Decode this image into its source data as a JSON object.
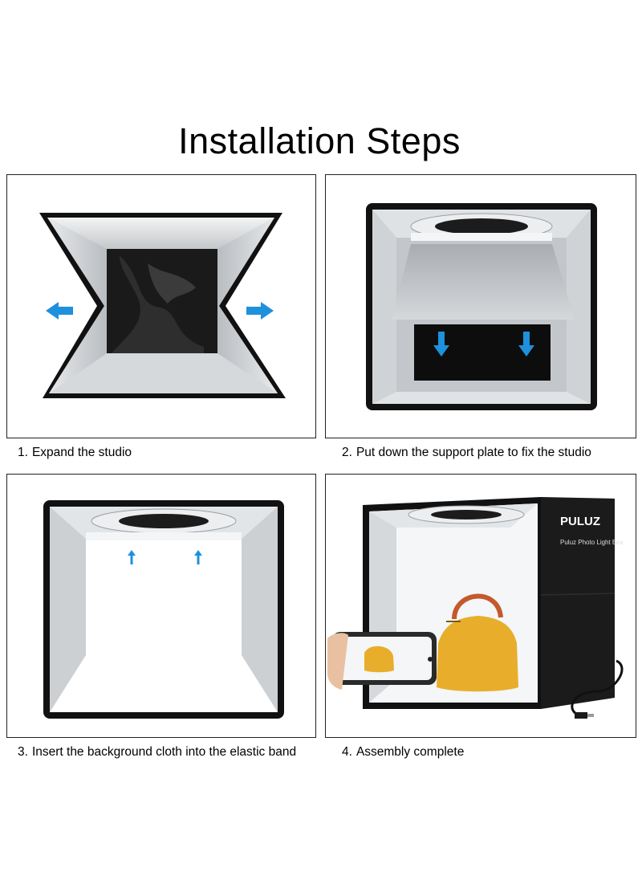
{
  "page": {
    "title": "Installation Steps"
  },
  "steps": [
    {
      "number": "1.",
      "caption": "Expand the studio"
    },
    {
      "number": "2.",
      "caption": "Put down the support plate to fix the studio"
    },
    {
      "number": "3.",
      "caption": "Insert the background cloth into the elastic band"
    },
    {
      "number": "4.",
      "caption": "Assembly complete"
    }
  ],
  "product": {
    "brand_logo": "PULUZ",
    "label": "Puluz Photo Light Box"
  },
  "colors": {
    "arrow_blue": "#1E90DC",
    "box_black": "#111111",
    "interior_silver": "#C8CCD0",
    "bag_yellow": "#E8AE2B"
  },
  "icons": [
    "arrow-left-icon",
    "arrow-right-icon",
    "arrow-down-icon",
    "arrow-up-icon",
    "usb-cable-icon"
  ]
}
